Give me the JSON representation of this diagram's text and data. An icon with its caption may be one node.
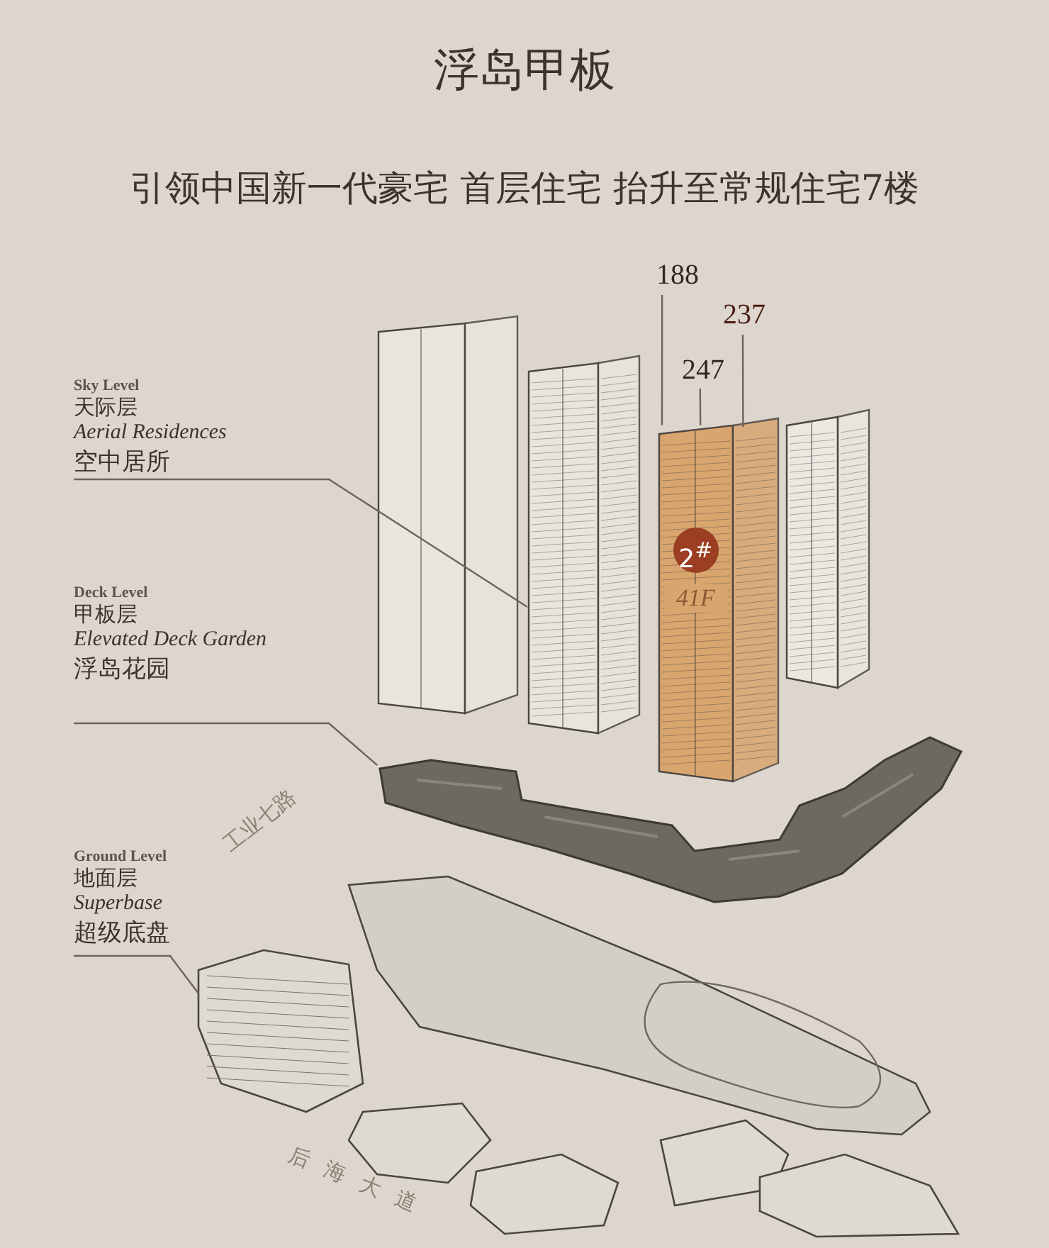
{
  "diagram": {
    "title": "浮岛甲板",
    "nodes": [
      {
        "text": [
          "Sky Level",
          "天际层",
          "Aerial Residences",
          "空中居所"
        ]
      },
      {
        "text": [
          "Deck Level",
          "甲板层",
          "Elevated Deck Garden",
          "浮岛花园"
        ]
      },
      {
        "text": [
          "Ground Level",
          "地面层",
          "Superbase",
          "超级底盘"
        ]
      },
      {
        "text": [
          "188"
        ]
      },
      {
        "text": [
          "237"
        ]
      },
      {
        "text": [
          "247"
        ]
      },
      {
        "text": [],
        "shape": "picture"
      },
      {
        "text": [],
        "shape": "picture"
      },
      {
        "text": [
          "2$^{#}$",
          "41F"
        ]
      },
      {
        "text": [],
        "shape": "picture"
      },
      {
        "text": [],
        "shape": "picture"
      },
      {
        "text": [],
        "shape": "picture"
      }
    ],
    "edges": [
      {
        "from": 0,
        "to": 7,
        "arrow": "none"
      },
      {
        "from": 1,
        "to": 10,
        "arrow": "none"
      },
      {
        "from": 2,
        "to": 11,
        "arrow": "none"
      },
      {
        "from": 3,
        "to": 8,
        "arrow": "none"
      },
      {
        "from": 4,
        "to": 8,
        "arrow": "none"
      },
      {
        "from": 5,
        "to": 8,
        "arrow": "none"
      }
    ],
    "labels": [
      "引领中国新一代豪宅 首层住宅 抬升至常规住宅7楼",
      "工业七路",
      "后海大道"
    ]
  }
}
